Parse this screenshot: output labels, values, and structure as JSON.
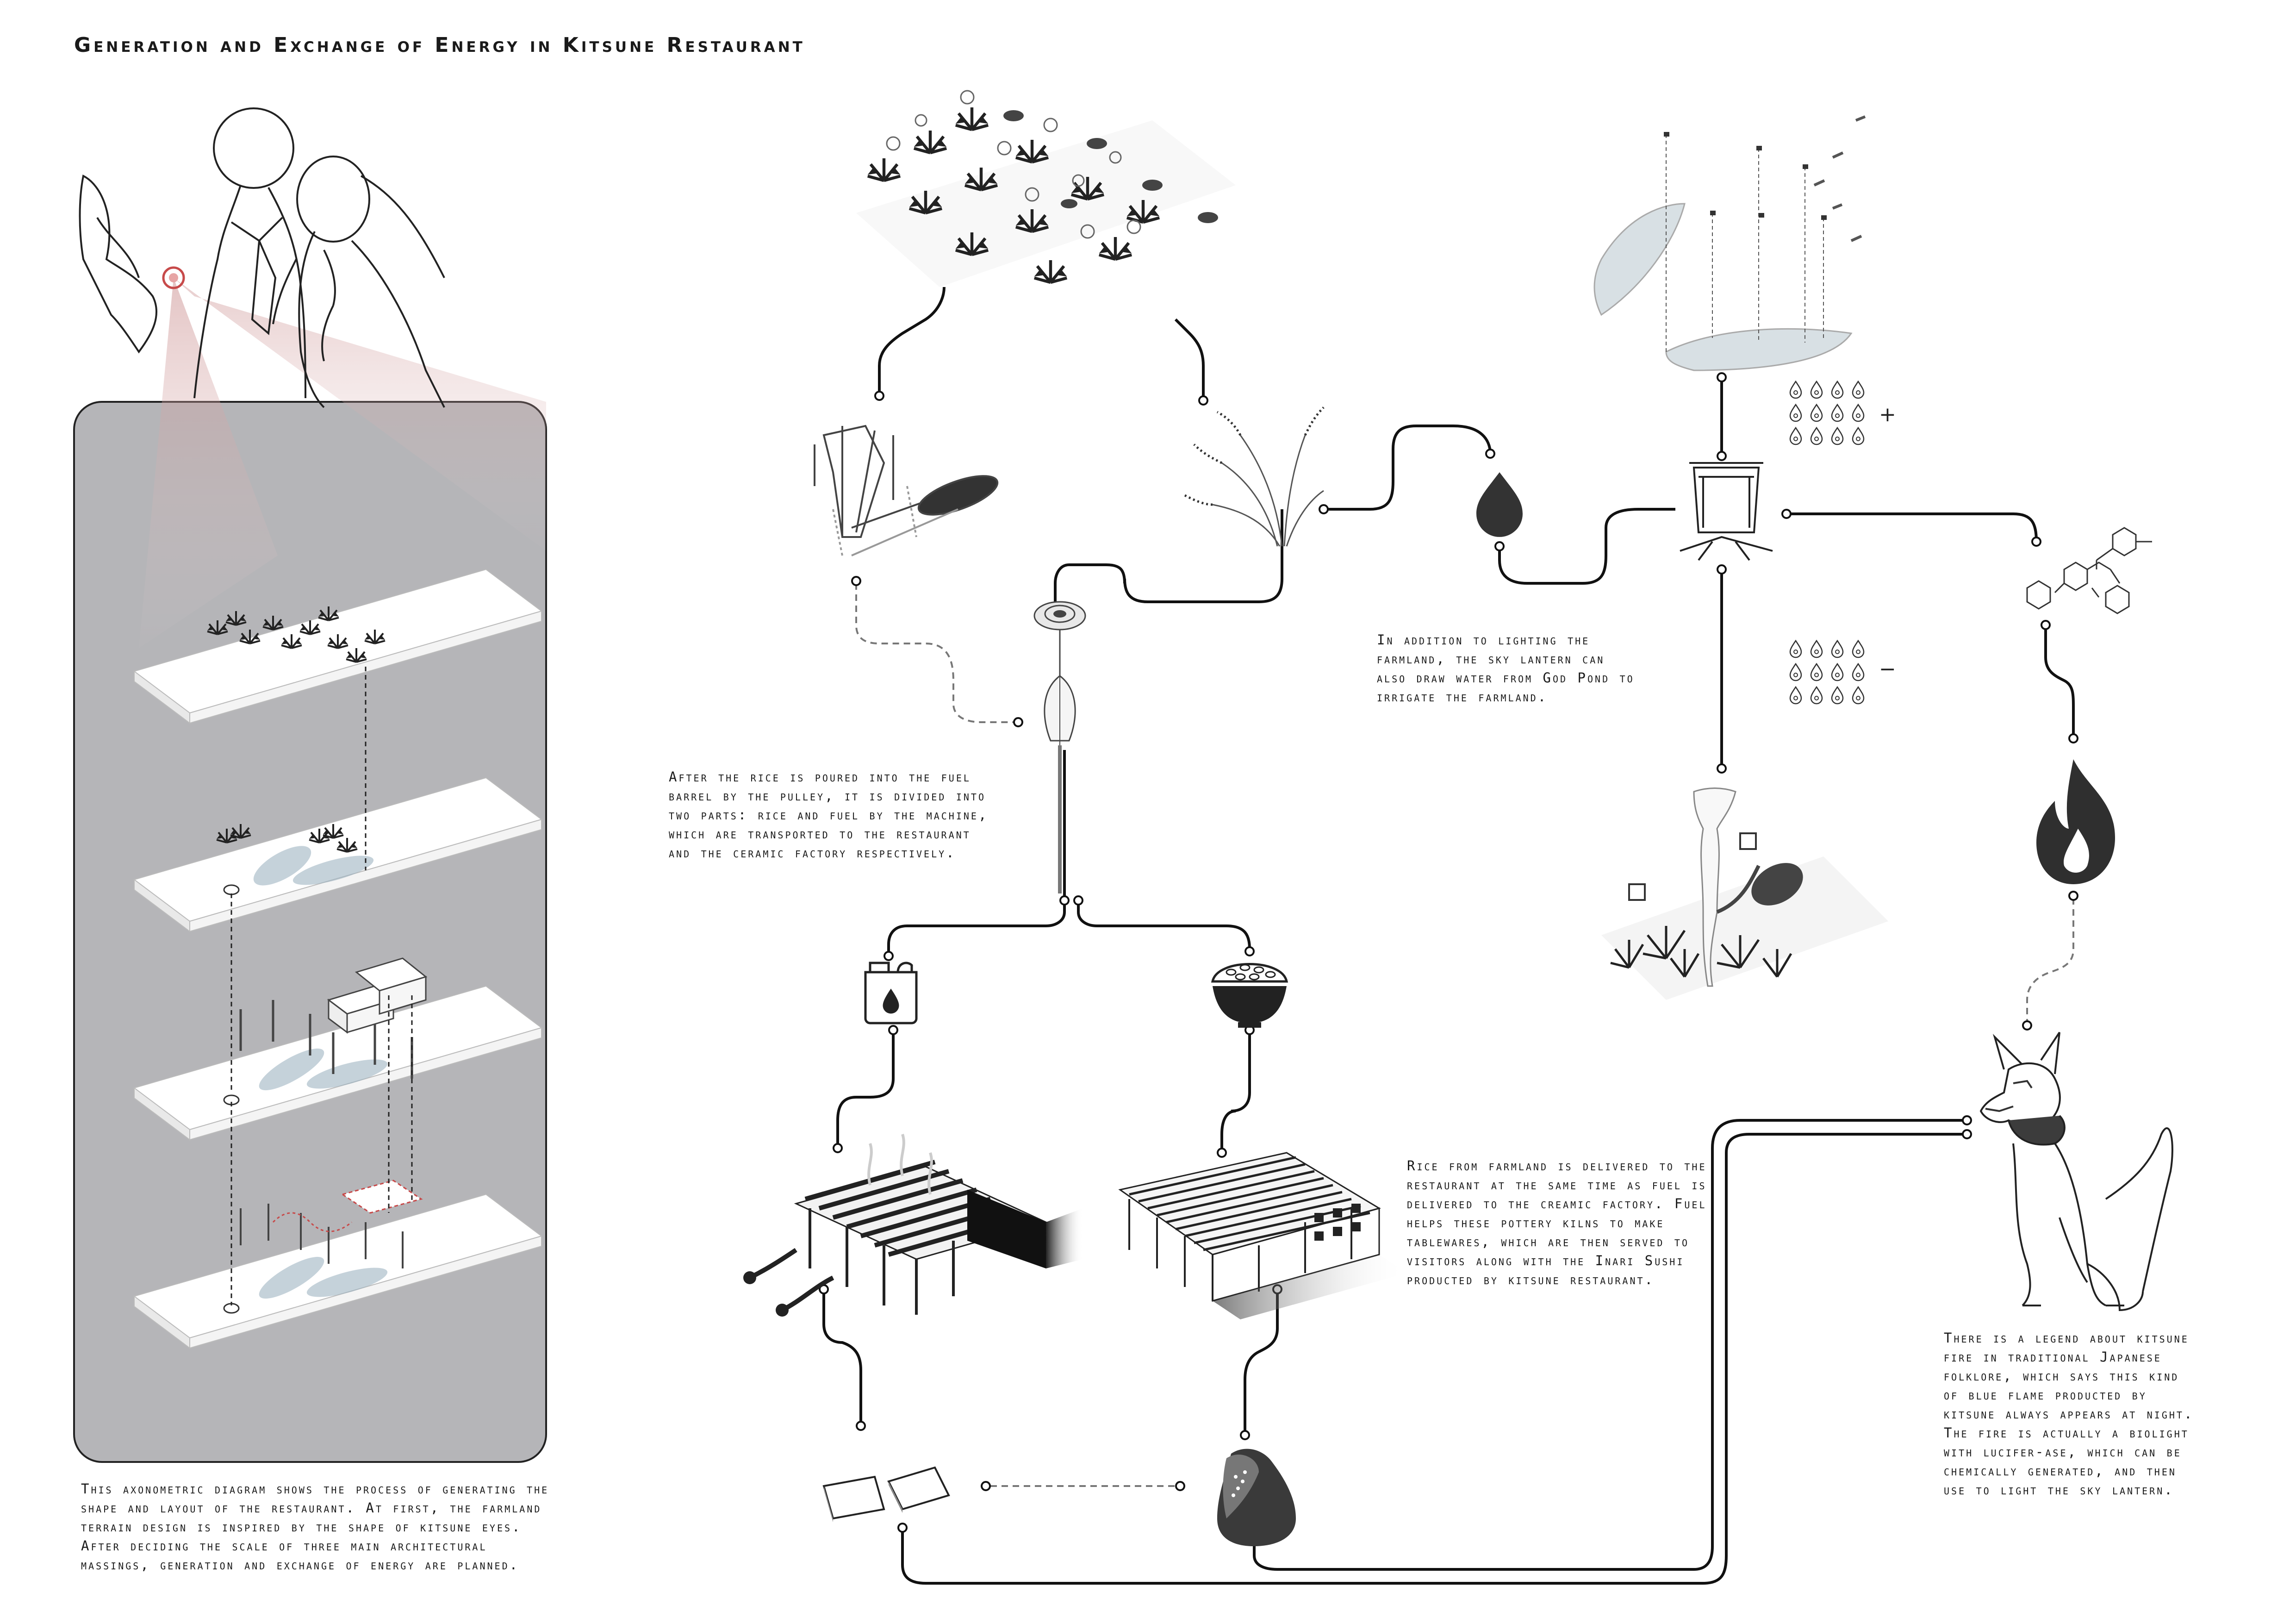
{
  "title": "Generation and Exchange of Energy in Kitsune Restaurant",
  "texts": {
    "sky_lantern": "In addition to lighting the farmland, the sky lantern can also draw water from God Pond to irrigate the farmland.",
    "rice_pulley": "After the rice is poured into the fuel barrel by the pulley, it is divided into two parts: rice and fuel by the machine, which are transported to the restaurant and the ceramic factory respectively.",
    "rice_delivery": "Rice from farmland is delivered to the restaurant at the same time as fuel is delivered to the creamic factory. Fuel helps these pottery kilns to make tablewares, which are then served to visitors along with the Inari Sushi producted by kitsune restaurant.",
    "kitsune_fire": "There is a legend about kitsune fire in traditional Japanese folklore, which says this kind of blue flame producted by kitsune always appears at night. The fire is actually a biolight with lucifer-ase, which can be chemically generated, and then use to light the sky lantern.",
    "axonometric": "This axonometric diagram shows the process of generating the shape and layout of the restaurant. At first, the farmland terrain design is inspired by the shape of kitsune eyes. After deciding the scale of three main architectural massings, generation and exchange of energy are planned."
  },
  "symbols": {
    "plus": "+",
    "minus": "−"
  },
  "icons": [
    "people-with-map-icon",
    "sky-lantern-cluster-icon",
    "pulley-machine-icon",
    "rice-plant-icon",
    "water-drop-icon",
    "floating-lanterns-icon",
    "lantern-frame-icon",
    "molecule-icon",
    "flame-icon",
    "fountain-garden-icon",
    "fuel-barrel-icon",
    "fuel-jug-icon",
    "rice-bowl-icon",
    "ceramic-factory-icon",
    "restaurant-building-icon",
    "plates-icon",
    "rice-sack-icon",
    "kitsune-fox-icon"
  ]
}
